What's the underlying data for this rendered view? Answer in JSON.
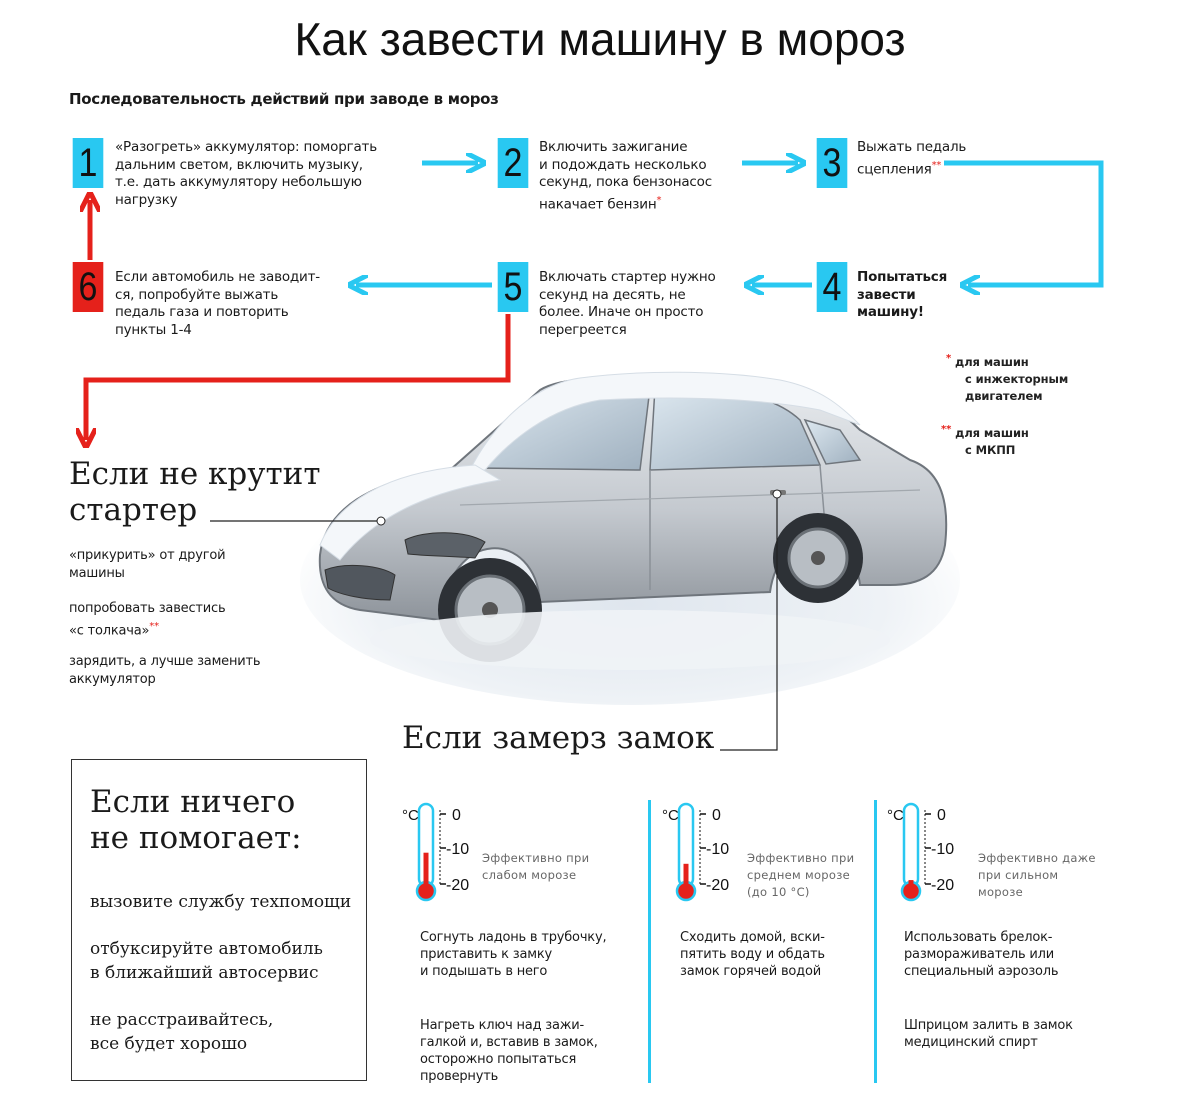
{
  "title": "Как завести машину в мороз",
  "sequence": {
    "heading": "Последовательность действий при заводе в мороз",
    "steps": [
      {
        "num": "1",
        "lines": [
          "«Разогреть» аккумулятор: поморгать",
          "дальним светом, включить музыку,",
          "т.е. дать аккумулятору небольшую",
          "нагрузку"
        ]
      },
      {
        "num": "2",
        "lines": [
          "Включить зажигание",
          "и подождать несколько",
          "секунд, пока бензонасос",
          "накачает бензин"
        ]
      },
      {
        "num": "3",
        "lines": [
          "Выжать педаль",
          "сцепления"
        ]
      },
      {
        "num": "4",
        "lines": [
          "Попытаться",
          "завести",
          "машину!"
        ]
      },
      {
        "num": "5",
        "lines": [
          "Включать стартер нужно",
          "секунд на десять, не",
          "более. Иначе он просто",
          "перегреется"
        ]
      },
      {
        "num": "6",
        "lines": [
          "Если автомобиль не заводит-",
          "ся, попробуйте выжать",
          "педаль газа и повторить",
          "пункты 1-4"
        ]
      }
    ],
    "star1": "*",
    "star2": "**"
  },
  "notes": {
    "injector": [
      "для машин",
      "с инжекторным",
      "двигателем"
    ],
    "manual": [
      "для машин",
      "с МКПП"
    ]
  },
  "starter": {
    "heading": [
      "Если не крутит",
      "стартер"
    ],
    "tips": [
      [
        "«прикурить» от другой",
        "машины"
      ],
      [
        "попробовать завестись",
        "«с толкача»"
      ],
      [
        "зарядить, а лучше заменить",
        "аккумулятор"
      ]
    ]
  },
  "lock": {
    "heading": "Если замерз замок",
    "unit": "°C",
    "ticks": [
      "0",
      "-10",
      "-20"
    ],
    "columns": [
      {
        "level": 0.45,
        "label": [
          "Эффективно при",
          "слабом морозе"
        ],
        "tips": [
          [
            "Согнуть ладонь в трубочку,",
            "приставить к замку",
            "и подышать в него"
          ],
          [
            "Нагреть ключ над зажи-",
            "галкой и, вставив в замок,",
            "осторожно попытаться",
            "провернуть"
          ]
        ]
      },
      {
        "level": 0.3,
        "label": [
          "Эффективно при",
          "среднем морозе",
          "(до 10 °C)"
        ],
        "tips": [
          [
            "Сходить домой, вски-",
            "пятить воду и обдать",
            "замок горячей водой"
          ]
        ]
      },
      {
        "level": 0.08,
        "label": [
          "Эффективно даже",
          "при сильном",
          "морозе"
        ],
        "tips": [
          [
            "Использовать брелок-",
            "размораживатель или",
            "специальный аэрозоль"
          ],
          [
            "Шприцом залить в замок",
            "медицинский спирт"
          ]
        ]
      }
    ]
  },
  "nothing": {
    "heading": [
      "Если ничего",
      "не помогает:"
    ],
    "items": [
      [
        "вызовите службу техпомощи"
      ],
      [
        "отбуксируйте автомобиль",
        "в ближайший автосервис"
      ],
      [
        "не расстраивайтесь,",
        "все будет хорошо"
      ]
    ]
  },
  "colors": {
    "blue": "#29c8f1",
    "red": "#e5211b"
  }
}
